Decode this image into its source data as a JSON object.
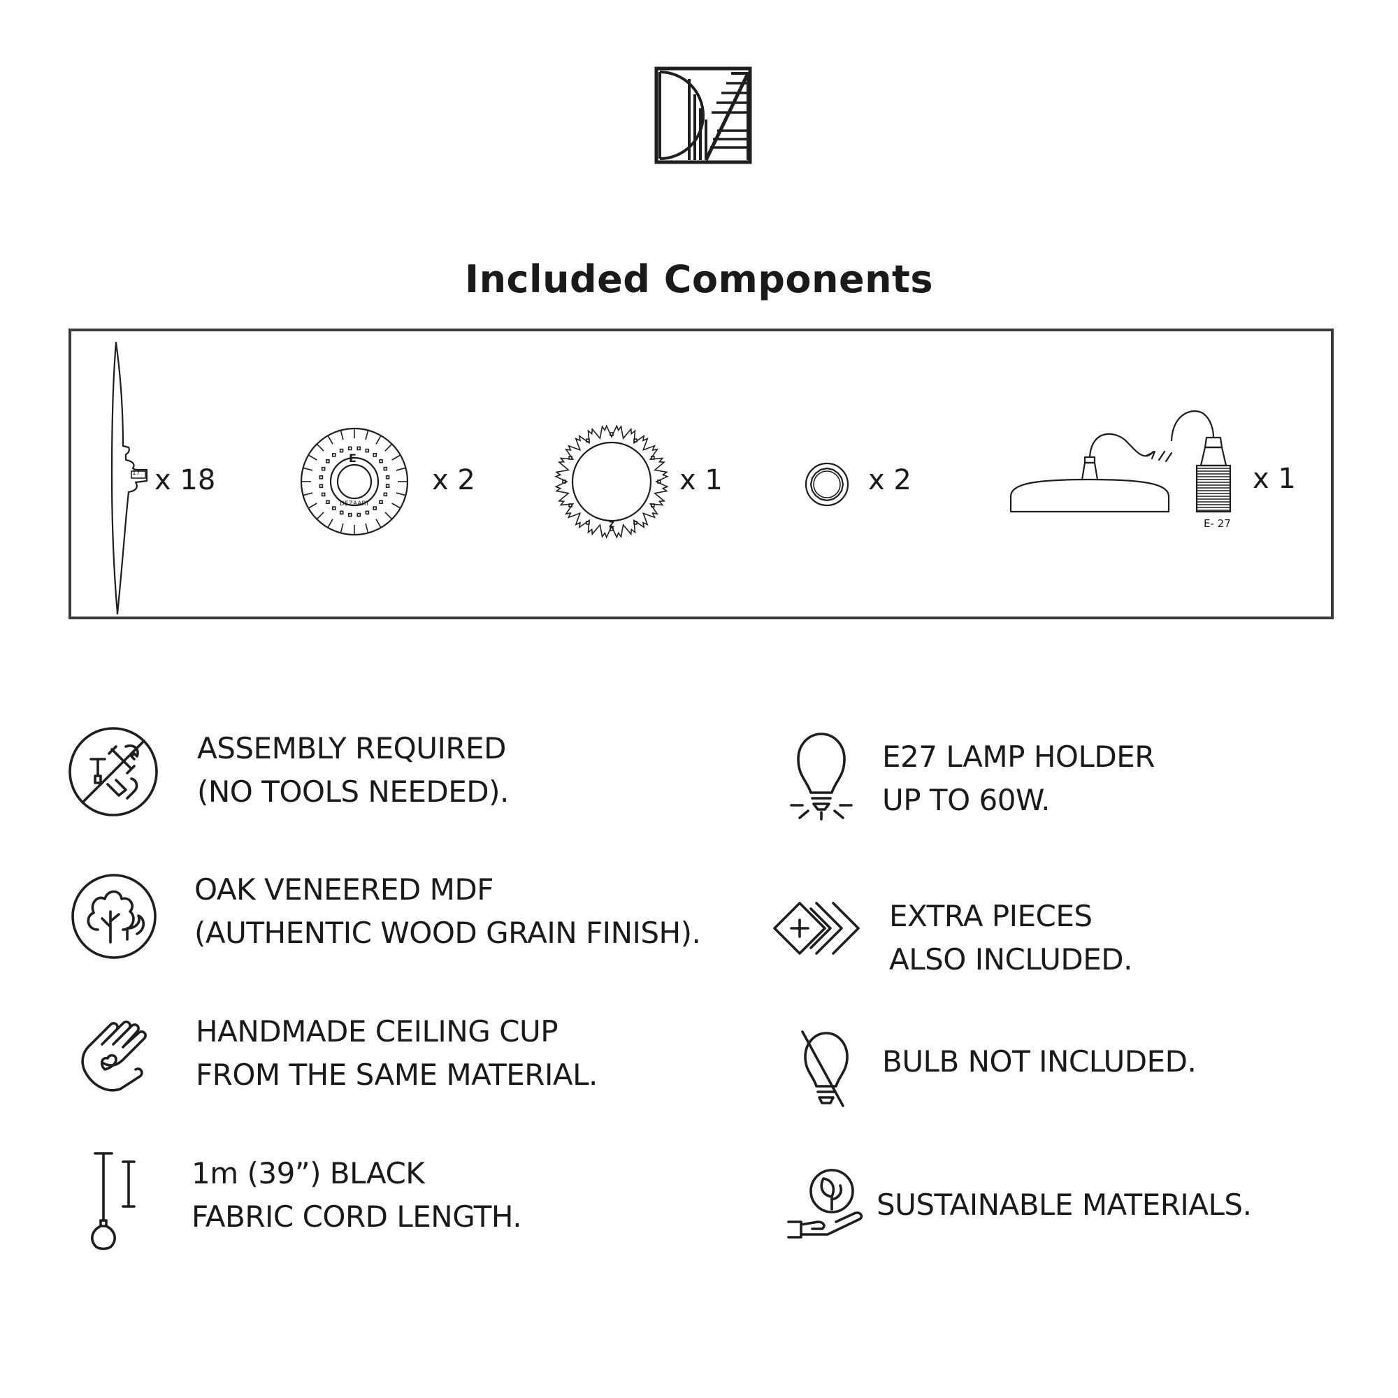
{
  "header": {
    "title": "Included Components"
  },
  "components": [
    {
      "id": "rib",
      "qty": "x 18",
      "mark": "17"
    },
    {
      "id": "disc",
      "qty": "x 2",
      "letter": "E",
      "brand": "DEZAART"
    },
    {
      "id": "ring",
      "qty": "x 1",
      "letter": "Z"
    },
    {
      "id": "small-ring",
      "qty": "x 2"
    },
    {
      "id": "lamp-kit",
      "qty": "x 1",
      "socket": "E- 27"
    }
  ],
  "features": [
    {
      "icon": "no-tools-icon",
      "line1": "ASSEMBLY REQUIRED",
      "line2": "(NO TOOLS NEEDED)."
    },
    {
      "icon": "tree-icon",
      "line1": "OAK VENEERED MDF",
      "line2": "(AUTHENTIC WOOD GRAIN FINISH)."
    },
    {
      "icon": "hand-heart-icon",
      "line1": "HANDMADE CEILING CUP",
      "line2": "FROM THE SAME MATERIAL."
    },
    {
      "icon": "cord-length-icon",
      "line1": "1m (39”) BLACK",
      "line2": "FABRIC CORD LENGTH."
    },
    {
      "icon": "light-bulb-icon",
      "line1": "E27 LAMP HOLDER",
      "line2": "UP TO 60W."
    },
    {
      "icon": "extra-pieces-icon",
      "line1": "EXTRA PIECES",
      "line2": "ALSO INCLUDED."
    },
    {
      "icon": "no-bulb-icon",
      "line1": "BULB NOT INCLUDED.",
      "line2": ""
    },
    {
      "icon": "sustainable-icon",
      "line1": "SUSTAINABLE MATERIALS.",
      "line2": ""
    }
  ]
}
